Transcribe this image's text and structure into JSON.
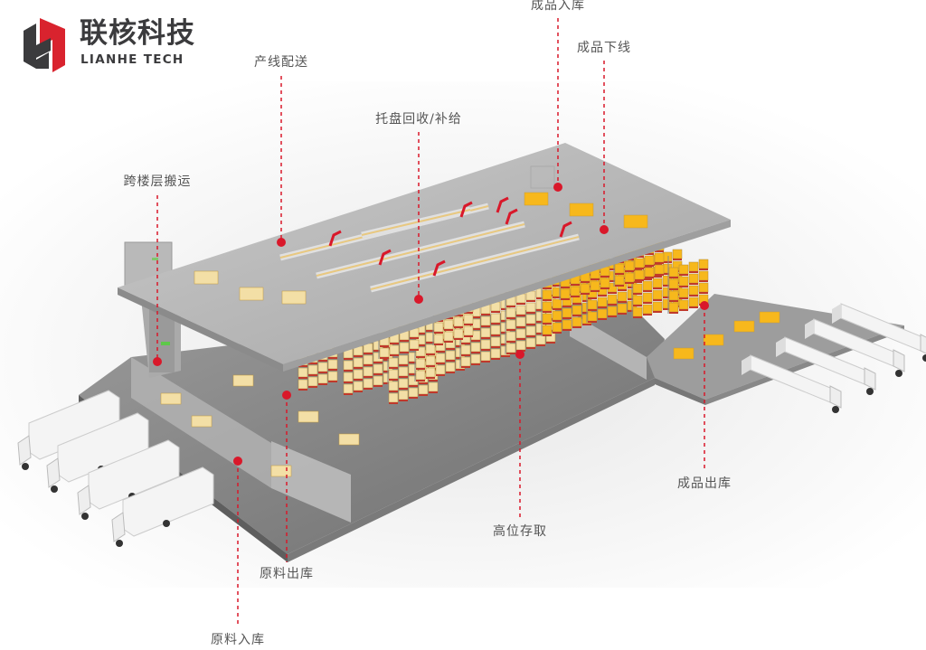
{
  "brand": {
    "name_cn": "联核科技",
    "name_en": "LIANHE TECH",
    "colors": {
      "red": "#d9232e",
      "dark": "#3b3b3d"
    }
  },
  "accent_color": "#d9182a",
  "callouts": [
    {
      "id": "finished-goods-inbound",
      "label": "成品入库"
    },
    {
      "id": "finished-goods-offline",
      "label": "成品下线"
    },
    {
      "id": "line-delivery",
      "label": "产线配送"
    },
    {
      "id": "pallet-recycle-supply",
      "label": "托盘回收/补给"
    },
    {
      "id": "cross-floor-transport",
      "label": "跨楼层搬运"
    },
    {
      "id": "finished-goods-outbound",
      "label": "成品出库"
    },
    {
      "id": "high-bay-storage",
      "label": "高位存取"
    },
    {
      "id": "raw-material-outbound",
      "label": "原料出库"
    },
    {
      "id": "raw-material-inbound",
      "label": "原料入库"
    }
  ]
}
